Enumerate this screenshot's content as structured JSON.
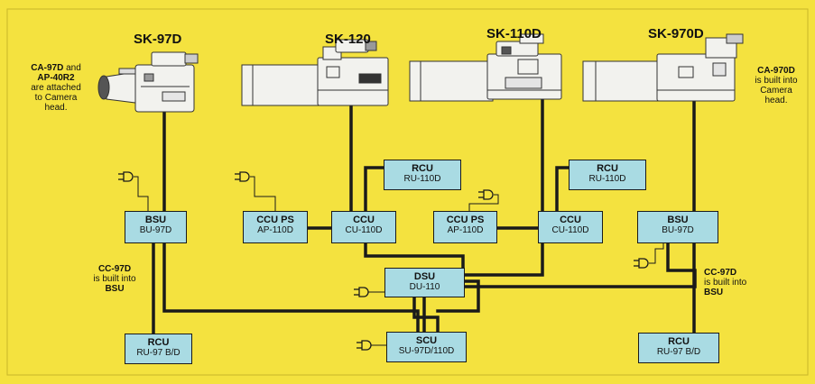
{
  "cameras": [
    {
      "id": "sk97d",
      "label": "SK-97D"
    },
    {
      "id": "sk120",
      "label": "SK-120"
    },
    {
      "id": "sk110d",
      "label": "SK-110D"
    },
    {
      "id": "sk970d",
      "label": "SK-970D"
    }
  ],
  "notes": {
    "left": {
      "l1a": "CA-97D",
      "l1b": " and",
      "l2": "AP-40R2",
      "l3": "are attached",
      "l4": "to Camera",
      "l5": "head."
    },
    "right": {
      "l1": "CA-970D",
      "l2": "is built into",
      "l3": "Camera",
      "l4": "head."
    },
    "cc_left": {
      "l1": "CC-97D",
      "l2": "is built into",
      "l3": "BSU"
    },
    "cc_right": {
      "l1": "CC-97D",
      "l2": "is built into",
      "l3": "BSU"
    }
  },
  "boxes": {
    "bsu_left": {
      "title": "BSU",
      "sub": "BU-97D"
    },
    "ccu_ps_1": {
      "title": "CCU PS",
      "sub": "AP-110D"
    },
    "ccu_1": {
      "title": "CCU",
      "sub": "CU-110D"
    },
    "rcu_1": {
      "title": "RCU",
      "sub": "RU-110D"
    },
    "ccu_ps_2": {
      "title": "CCU PS",
      "sub": "AP-110D"
    },
    "ccu_2": {
      "title": "CCU",
      "sub": "CU-110D"
    },
    "rcu_2": {
      "title": "RCU",
      "sub": "RU-110D"
    },
    "bsu_right": {
      "title": "BSU",
      "sub": "BU-97D"
    },
    "dsu": {
      "title": "DSU",
      "sub": "DU-110"
    },
    "scu": {
      "title": "SCU",
      "sub": "SU-97D/110D"
    },
    "rcu_left": {
      "title": "RCU",
      "sub": "RU-97 B/D"
    },
    "rcu_right": {
      "title": "RCU",
      "sub": "RU-97 B/D"
    }
  },
  "colors": {
    "background": "#f4e23f",
    "box_fill": "#a9dbe3",
    "wire": "#1a1a1a",
    "camera_body": "#f2f2ee"
  }
}
